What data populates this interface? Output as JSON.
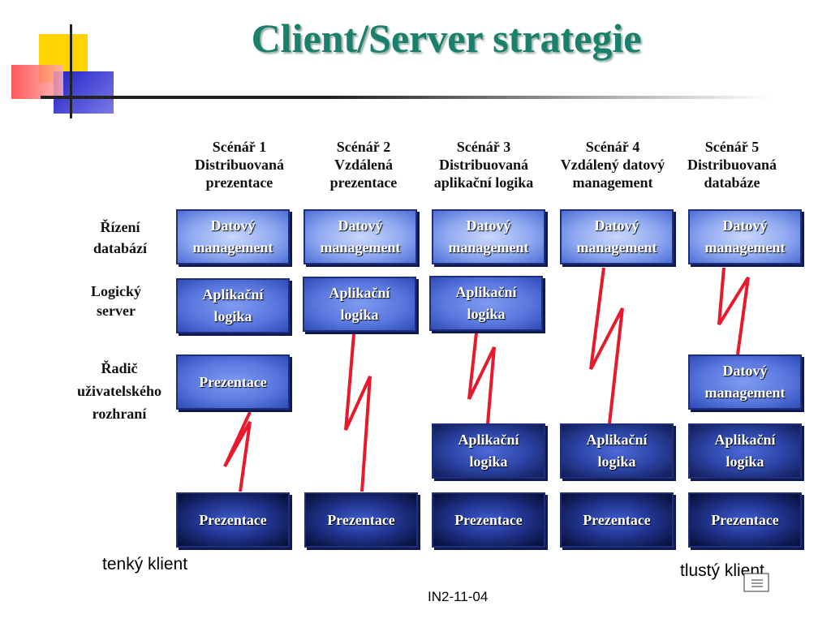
{
  "title": "Client/Server strategie",
  "scenarios": [
    {
      "name": "Scénář 1",
      "line1": "Distribuovaná",
      "line2": "prezentace"
    },
    {
      "name": "Scénář 2",
      "line1": "Vzdálená",
      "line2": "prezentace"
    },
    {
      "name": "Scénář 3",
      "line1": "Distribuovaná",
      "line2": "aplikační logika"
    },
    {
      "name": "Scénář 4",
      "line1": "Vzdálený datový",
      "line2": "management"
    },
    {
      "name": "Scénář 5",
      "line1": "Distribuovaná",
      "line2": "databáze"
    }
  ],
  "row_labels": {
    "db": [
      "Řízení",
      "databází"
    ],
    "logic": [
      "Logický",
      "server"
    ],
    "ui": [
      "Řadič",
      "uživatelského",
      "rozhraní"
    ]
  },
  "boxes": {
    "datovy": [
      "Datový",
      "management"
    ],
    "aplikacni": [
      "Aplikační",
      "logika"
    ],
    "prezentace": "Prezentace"
  },
  "footer": {
    "thin_client": "tenký klient",
    "thick_client": "tlustý klient",
    "slide_id": "IN2-11-04"
  },
  "colors": {
    "title": "#1a7f6b",
    "bolt": "#e8192c"
  },
  "icons": [
    "notes-icon"
  ]
}
